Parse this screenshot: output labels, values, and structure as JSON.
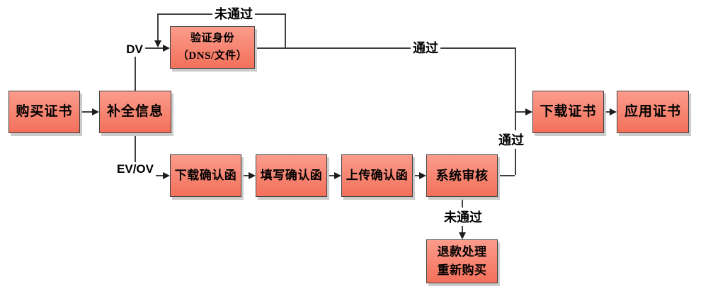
{
  "colors": {
    "canvas_bg": "#ffffff",
    "node_fill_top": "#fb9c8c",
    "node_fill_bottom": "#f3705a",
    "node_border": "#424242",
    "node_shadow": "#cccccc",
    "line": "#3f3f3f",
    "arrow": "#1c1c1c",
    "text": "#000000"
  },
  "nodes": {
    "purchase_cert": {
      "label": "购买证书"
    },
    "complete_info": {
      "label": "补全信息"
    },
    "verify_identity": {
      "line1": "验证身份",
      "line2": "（DNS/文件）"
    },
    "download_letter": {
      "label": "下载确认函"
    },
    "fill_letter": {
      "label": "填写确认函"
    },
    "upload_letter": {
      "label": "上传确认函"
    },
    "system_review": {
      "label": "系统审核"
    },
    "download_cert": {
      "label": "下载证书"
    },
    "apply_cert": {
      "label": "应用证书"
    },
    "refund_repurchase": {
      "line1": "退款处理",
      "line2": "重新购买"
    }
  },
  "edge_labels": {
    "dv": "DV",
    "ev_ov": "EV/OV",
    "fail_top": "未通过",
    "pass_top": "通过",
    "pass_mid": "通过",
    "fail_bottom": "未通过"
  }
}
